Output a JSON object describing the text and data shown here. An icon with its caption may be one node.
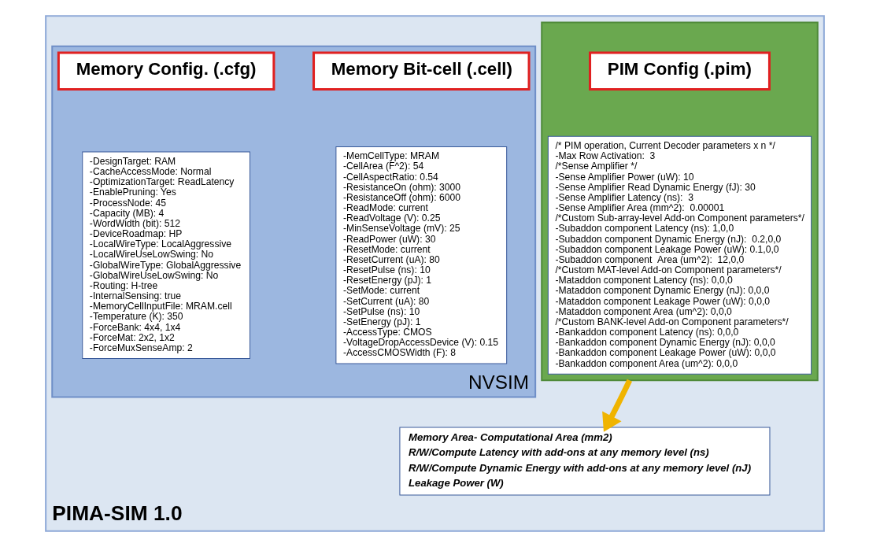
{
  "diagram": {
    "nodes": [
      {
        "text": [
          "PIMA-SIM 1.0"
        ]
      },
      {
        "text": [
          "NVSIM"
        ],
        "in": 0
      },
      {
        "text": [
          "Memory Config. (.cfg)"
        ],
        "in": 1
      },
      {
        "text": [
          "-DesignTarget: RAM",
          "-CacheAccessMode: Normal",
          "-OptimizationTarget: ReadLatency",
          "-EnablePruning: Yes",
          "-ProcessNode: 45",
          "-Capacity (MB): 4",
          "-WordWidth (bit): 512",
          "-DeviceRoadmap: HP",
          "-LocalWireType: LocalAggressive",
          "-LocalWireUseLowSwing: No",
          "-GlobalWireType: GlobalAggressive",
          "-GlobalWireUseLowSwing: No",
          "-Routing: H-tree",
          "-InternalSensing: true",
          "-MemoryCellInputFile: MRAM.cell",
          "-Temperature (K): 350",
          "-ForceBank: 4x4, 1x4",
          "-ForceMat: 2x2, 1x2",
          "-ForceMuxSenseAmp: 2"
        ],
        "in": 1
      },
      {
        "text": [
          "Memory Bit-cell (.cell)"
        ],
        "in": 1
      },
      {
        "text": [
          "-MemCellType: MRAM",
          "-CellArea (F^2): 54",
          "-CellAspectRatio: 0.54",
          "-ResistanceOn (ohm): 3000",
          "-ResistanceOff (ohm): 6000",
          "-ReadMode: current",
          "-ReadVoltage (V): 0.25",
          "-MinSenseVoltage (mV): 25",
          "-ReadPower (uW): 30",
          "-ResetMode: current",
          "-ResetCurrent (uA): 80",
          "-ResetPulse (ns): 10",
          "-ResetEnergy (pJ): 1",
          "-SetMode: current",
          "-SetCurrent (uA): 80",
          "-SetPulse (ns): 10",
          "-SetEnergy (pJ): 1",
          "-AccessType: CMOS",
          "-VoltageDropAccessDevice (V): 0.15",
          "-AccessCMOSWidth (F): 8"
        ],
        "in": 1
      },
      {
        "text": [],
        "shape": "box",
        "in": 0
      },
      {
        "text": [
          "PIM Config (.pim)"
        ],
        "in": 6
      },
      {
        "text": [
          "/* PIM operation, Current Decoder parameters x n */",
          "-Max Row Activation:  3",
          "/*Sense Amplifier */",
          "-Sense Amplifier Power (uW): 10",
          "-Sense Amplifier Read Dynamic Energy (fJ): 30",
          "-Sense Amplifier Latency (ns):  3",
          "-Sense Amplifier Area (mm^2):  0.00001",
          "/*Custom Sub-array-level Add-on Component parameters*/",
          "-Subaddon component Latency (ns): 1,0,0",
          "-Subaddon component Dynamic Energy (nJ):  0.2,0,0",
          "-Subaddon component Leakage Power (uW): 0.1,0,0",
          "-Subaddon component  Area (um^2):  12,0,0",
          "/*Custom MAT-level Add-on Component parameters*/",
          "-Mataddon component Latency (ns): 0,0,0",
          "-Mataddon component Dynamic Energy (nJ): 0,0,0",
          "-Mataddon component Leakage Power (uW): 0,0,0",
          "-Mataddon component Area (um^2): 0,0,0",
          "/*Custom BANK-level Add-on Component parameters*/",
          "-Bankaddon component Latency (ns): 0,0,0",
          "-Bankaddon component Dynamic Energy (nJ): 0,0,0",
          "-Bankaddon component Leakage Power (uW): 0,0,0",
          "-Bankaddon component Area (um^2): 0,0,0"
        ],
        "in": 6
      },
      {
        "text": [
          "Memory Area- Computational Area (mm2)",
          "R/W/Compute Latency with add-ons at any memory level (ns)",
          "R/W/Compute Dynamic Energy with add-ons at any memory level (nJ)",
          "Leakage Power (W)"
        ],
        "in": 0
      }
    ],
    "edges": [
      {
        "from": 6,
        "to": 9,
        "arrow": "to",
        "color": "#f0b400"
      }
    ]
  }
}
